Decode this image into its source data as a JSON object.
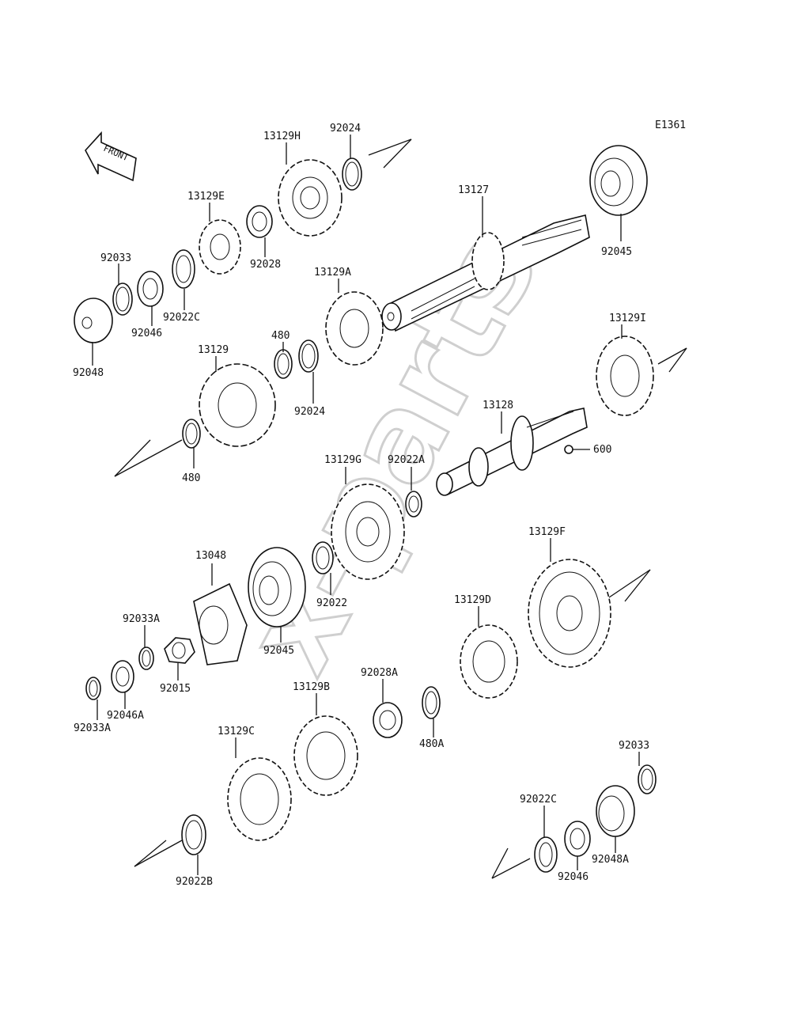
{
  "diagram_code": "E1361",
  "front_label": "FRONT",
  "watermark": "x-parts",
  "parts": [
    {
      "id": "13129H",
      "text": "13129H"
    },
    {
      "id": "92024_top",
      "text": "92024"
    },
    {
      "id": "13129E",
      "text": "13129E"
    },
    {
      "id": "92028",
      "text": "92028"
    },
    {
      "id": "13127",
      "text": "13127"
    },
    {
      "id": "92045_top",
      "text": "92045"
    },
    {
      "id": "92033_top",
      "text": "92033"
    },
    {
      "id": "92022C_top",
      "text": "92022C"
    },
    {
      "id": "92046_top",
      "text": "92046"
    },
    {
      "id": "92048",
      "text": "92048"
    },
    {
      "id": "13129A",
      "text": "13129A"
    },
    {
      "id": "480_top",
      "text": "480"
    },
    {
      "id": "13129",
      "text": "13129"
    },
    {
      "id": "92024_mid",
      "text": "92024"
    },
    {
      "id": "480_left",
      "text": "480"
    },
    {
      "id": "13129I",
      "text": "13129I"
    },
    {
      "id": "13128",
      "text": "13128"
    },
    {
      "id": "600",
      "text": "600"
    },
    {
      "id": "13129G",
      "text": "13129G"
    },
    {
      "id": "92022A",
      "text": "92022A"
    },
    {
      "id": "13048",
      "text": "13048"
    },
    {
      "id": "92022",
      "text": "92022"
    },
    {
      "id": "92045_mid",
      "text": "92045"
    },
    {
      "id": "13129F",
      "text": "13129F"
    },
    {
      "id": "92033A_top",
      "text": "92033A"
    },
    {
      "id": "92015",
      "text": "92015"
    },
    {
      "id": "13129D",
      "text": "13129D"
    },
    {
      "id": "92046A",
      "text": "92046A"
    },
    {
      "id": "92033A_bot",
      "text": "92033A"
    },
    {
      "id": "13129B",
      "text": "13129B"
    },
    {
      "id": "92028A",
      "text": "92028A"
    },
    {
      "id": "480A",
      "text": "480A"
    },
    {
      "id": "13129C",
      "text": "13129C"
    },
    {
      "id": "92033_bot",
      "text": "92033"
    },
    {
      "id": "92022C_bot",
      "text": "92022C"
    },
    {
      "id": "92048A",
      "text": "92048A"
    },
    {
      "id": "92046_bot",
      "text": "92046"
    },
    {
      "id": "92022B",
      "text": "92022B"
    }
  ]
}
